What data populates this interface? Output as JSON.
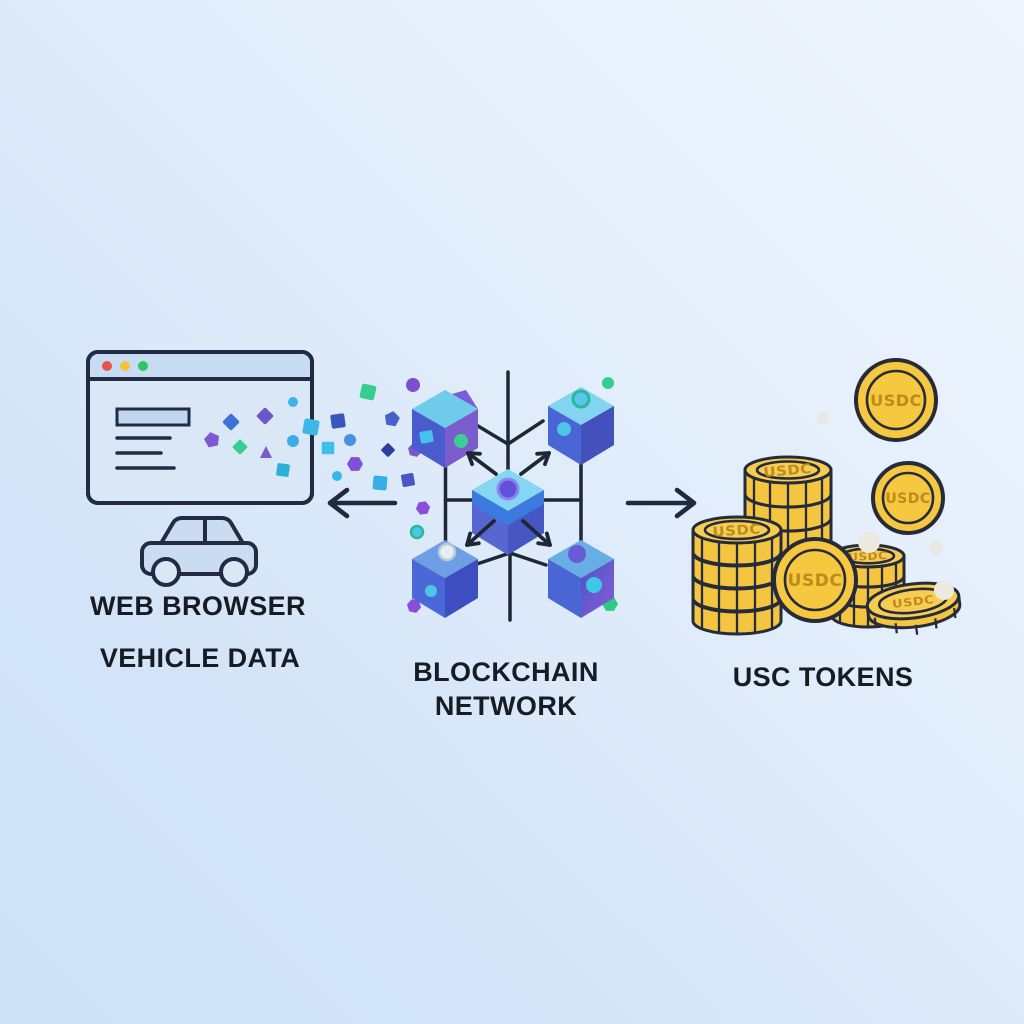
{
  "labels": {
    "browser_line1": "WEB BROWSER",
    "browser_line2": "VEHICLE DATA",
    "blockchain_line1": "BLOCKCHAIN",
    "blockchain_line2": "NETWORK",
    "tokens": "USC TOKENS"
  },
  "coin_text": "USDC",
  "flow": {
    "left_arrow_direction": "left",
    "right_arrow_direction": "right"
  },
  "icons": {
    "browser_window": "browser-window-icon",
    "car": "car-icon",
    "data_particles": "data-particles",
    "blockchain_network": "blockchain-network-icon",
    "usdc_coins": "usdc-coins-icon",
    "arrow_left": "arrow-left-icon",
    "arrow_right": "arrow-right-icon"
  },
  "colors": {
    "background_light": "#eff5fd",
    "background_deep": "#cde1f7",
    "outline": "#222b42",
    "label_text": "#171b24",
    "coin_gold": "#f4c53f",
    "coin_text_gold": "#bf8a1d",
    "cube_top_cyan": "#82d4f0",
    "cube_face_blue": "#4a66d4",
    "cube_face_purple": "#7a5ccc",
    "network_line": "#1f2737",
    "particle_cyan": "#3fb8e8",
    "particle_green": "#36ce90",
    "particle_purple": "#7a55cc",
    "window_dot_red": "#e8544b",
    "window_dot_yellow": "#f2c23e",
    "window_dot_green": "#2ec565"
  }
}
